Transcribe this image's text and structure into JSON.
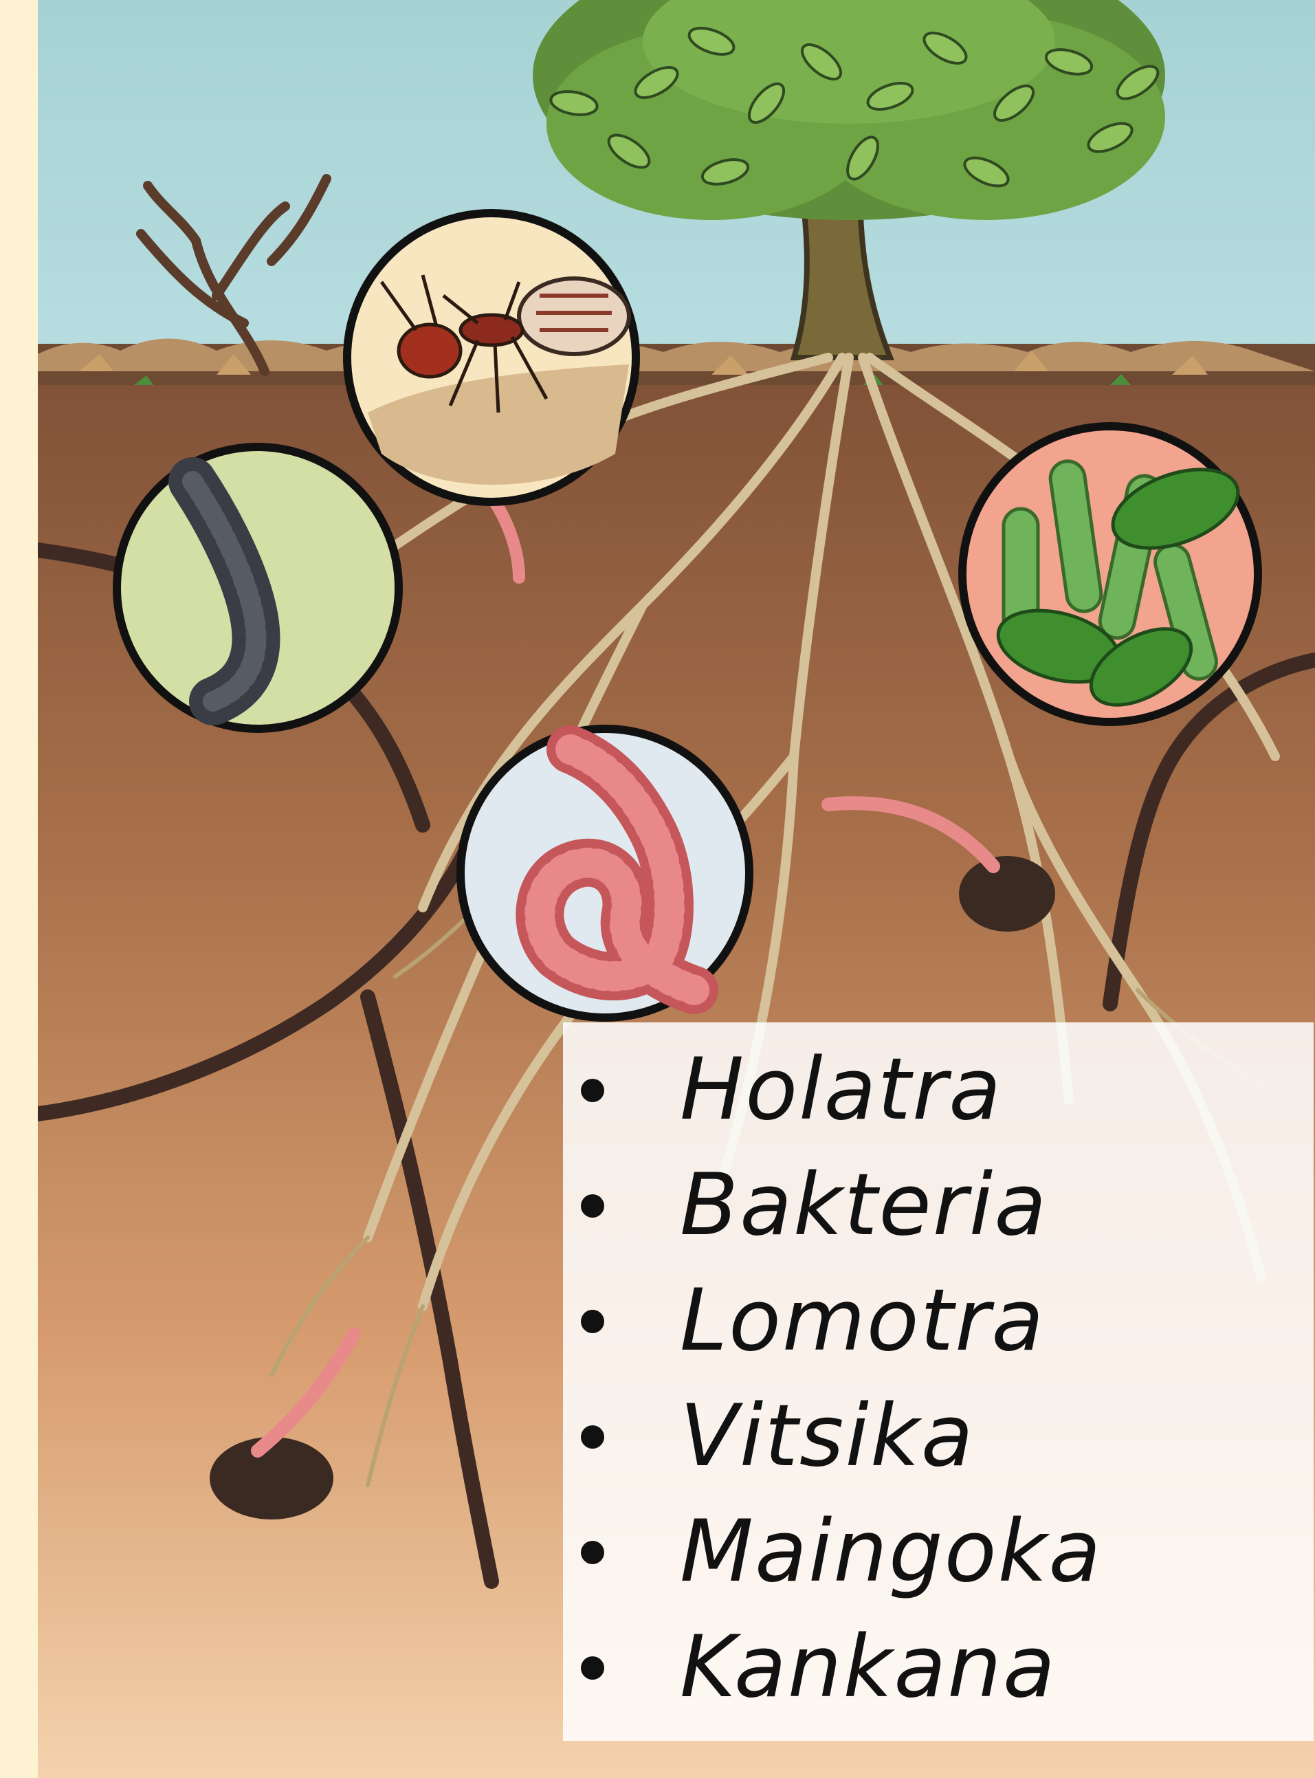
{
  "terms": [
    "Holatra",
    "Bakteria",
    "Lomotra",
    "Vitsika",
    "Maingoka",
    "Kankana"
  ],
  "insets": [
    {
      "icon": "hypha-icon",
      "background": "#d4dfa6"
    },
    {
      "icon": "ant-icon",
      "background": "#f8e6c0"
    },
    {
      "icon": "bacteria-icon",
      "background": "#f2a48e"
    },
    {
      "icon": "earthworm-icon",
      "background": "#dfe9ef"
    }
  ],
  "colors": {
    "sky": "#a8d4d6",
    "soil_top": "#8a5a3d",
    "soil_bottom": "#f0c9a0",
    "border": "#fdf3d2",
    "roots": "#cdb98f",
    "leaves": "#6a9a3e"
  }
}
